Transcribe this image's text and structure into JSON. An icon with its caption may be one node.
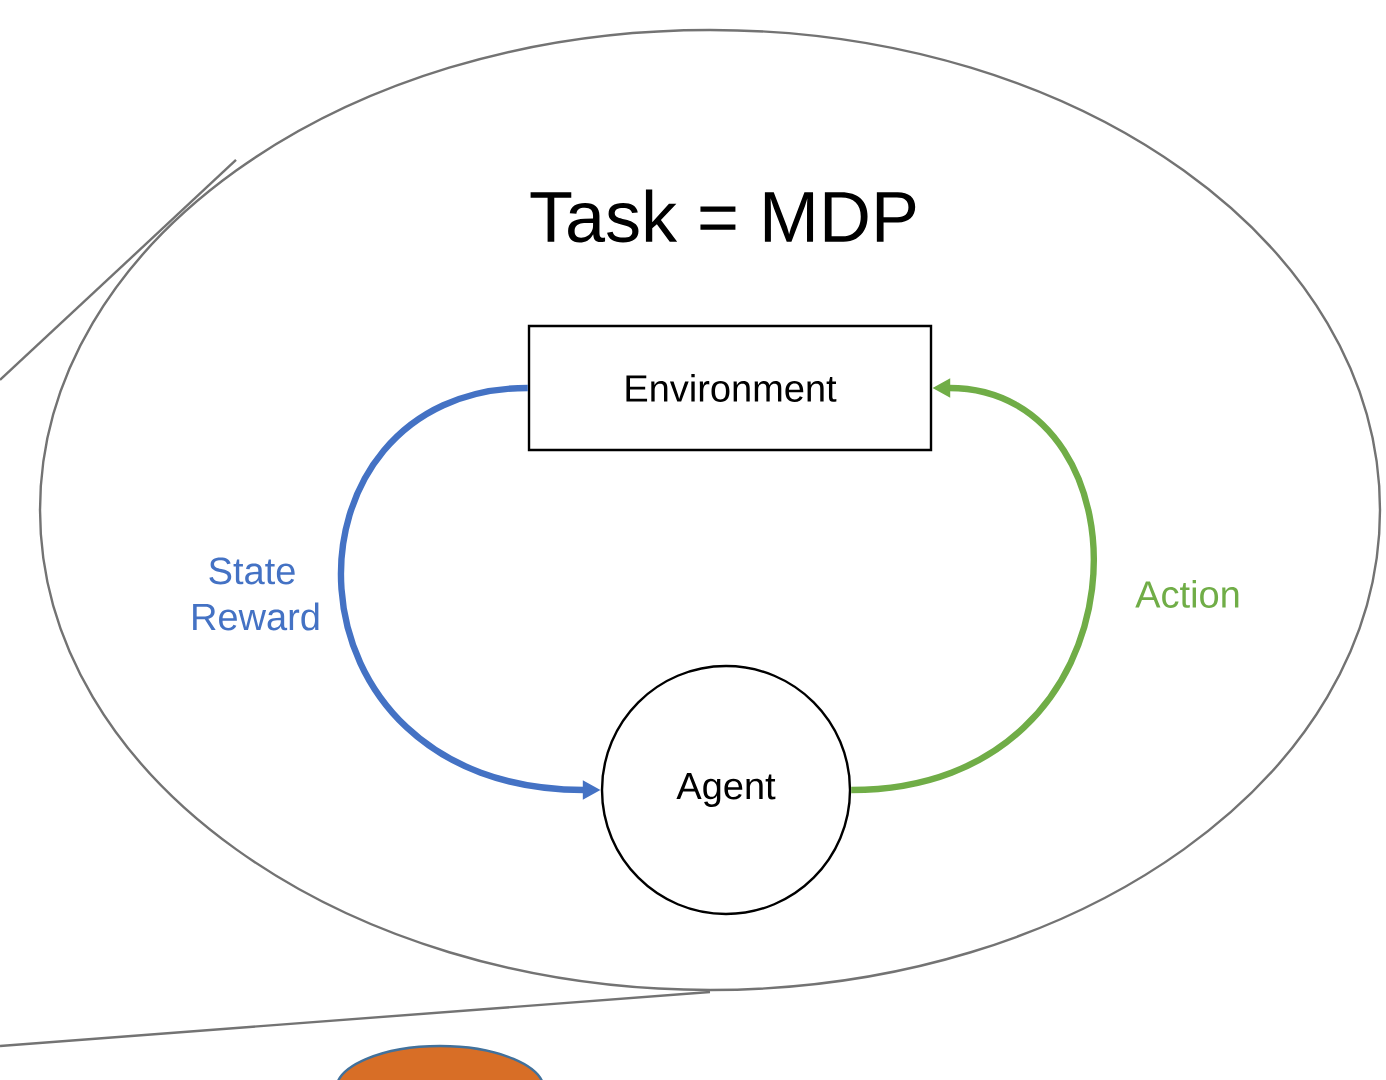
{
  "diagram": {
    "nodes": [
      {
        "text": [
          "Task = MDP"
        ]
      },
      {
        "text": [
          "Environment"
        ],
        "in": 0
      },
      {
        "text": [
          "Agent"
        ],
        "in": 0
      },
      {
        "text": [],
        "shape": "circle"
      }
    ],
    "edges": [
      {
        "from": 1,
        "to": 2,
        "arrow": "to",
        "label": "State Reward",
        "color": "#4472c4"
      },
      {
        "from": 2,
        "to": 1,
        "arrow": "to",
        "label": "Action",
        "color": "#70ad47"
      }
    ]
  }
}
